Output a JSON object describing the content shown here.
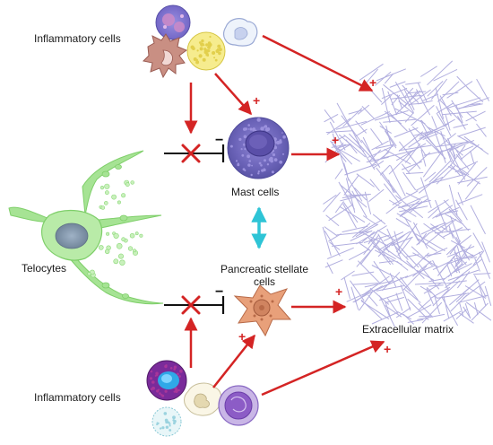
{
  "labels": {
    "inflammatory_top": "Inflammatory cells",
    "mast_cells": "Mast cells",
    "telocytes": "Telocytes",
    "pancreatic_stellate_line1": "Pancreatic stellate",
    "pancreatic_stellate_line2": "cells",
    "extracellular_matrix": "Extracellular matrix",
    "inflammatory_bottom": "Inflammatory cells"
  },
  "signs": {
    "plus": "+",
    "minus": "−"
  },
  "colors": {
    "activation_arrow": "#d42424",
    "inhibition_line": "#111111",
    "interaction_arrow": "#2ec4d6",
    "telocyte": "#9fe08a",
    "mast_cell": "#6b63b8",
    "stellate_cell": "#e8a07a",
    "matrix_fiber": "#a9a6dc"
  }
}
